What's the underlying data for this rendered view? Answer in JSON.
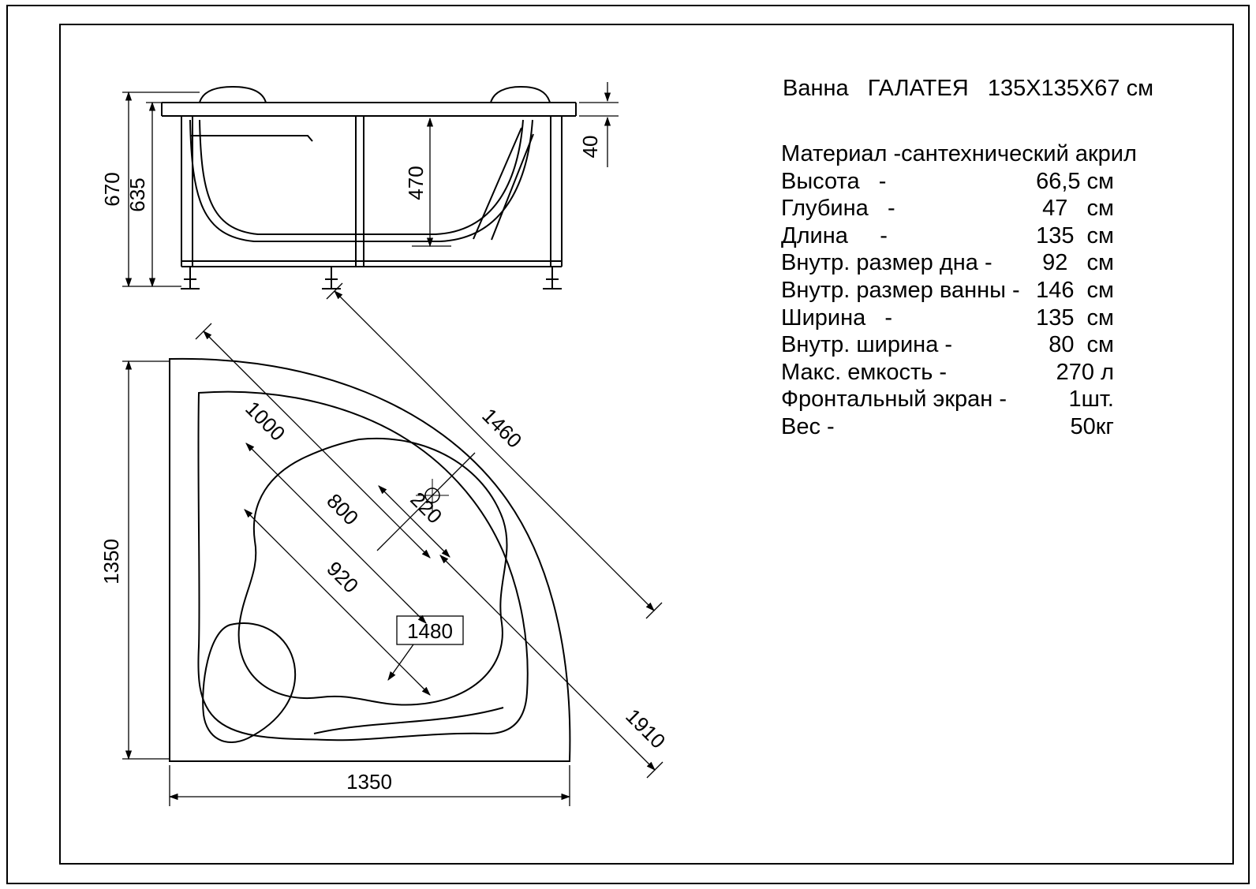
{
  "title": "Ванна   ГАЛАТЕЯ   135Х135Х67 см",
  "specs": [
    {
      "label": "Материал -",
      "value": "сантехнический акрил"
    },
    {
      "label": "Высота   -",
      "value": "66,5 см"
    },
    {
      "label": "Глубина   -",
      "value": "47   см"
    },
    {
      "label": "Длина     -",
      "value": "135  см"
    },
    {
      "label": "Внутр. размер дна -",
      "value": "92   см"
    },
    {
      "label": "Внутр. размер ванны -",
      "value": "146  см"
    },
    {
      "label": "Ширина   -",
      "value": "135  см"
    },
    {
      "label": "Внутр. ширина -",
      "value": "80  см"
    },
    {
      "label": "Макс. емкость -",
      "value": "270 л"
    },
    {
      "label": "Фронтальный экран -",
      "value": "1шт."
    },
    {
      "label": "Вес -",
      "value": "50кг"
    }
  ],
  "side_view": {
    "total_height": "670",
    "rim_height": "635",
    "inner_depth": "470",
    "rim_thickness": "40"
  },
  "plan_view": {
    "side_width": "1350",
    "bottom_width": "1350",
    "diag_1000": "1000",
    "diag_1460": "1460",
    "diag_800": "800",
    "diag_220": "220",
    "diag_920": "920",
    "boxed_1480": "1480",
    "diag_1910": "1910"
  }
}
